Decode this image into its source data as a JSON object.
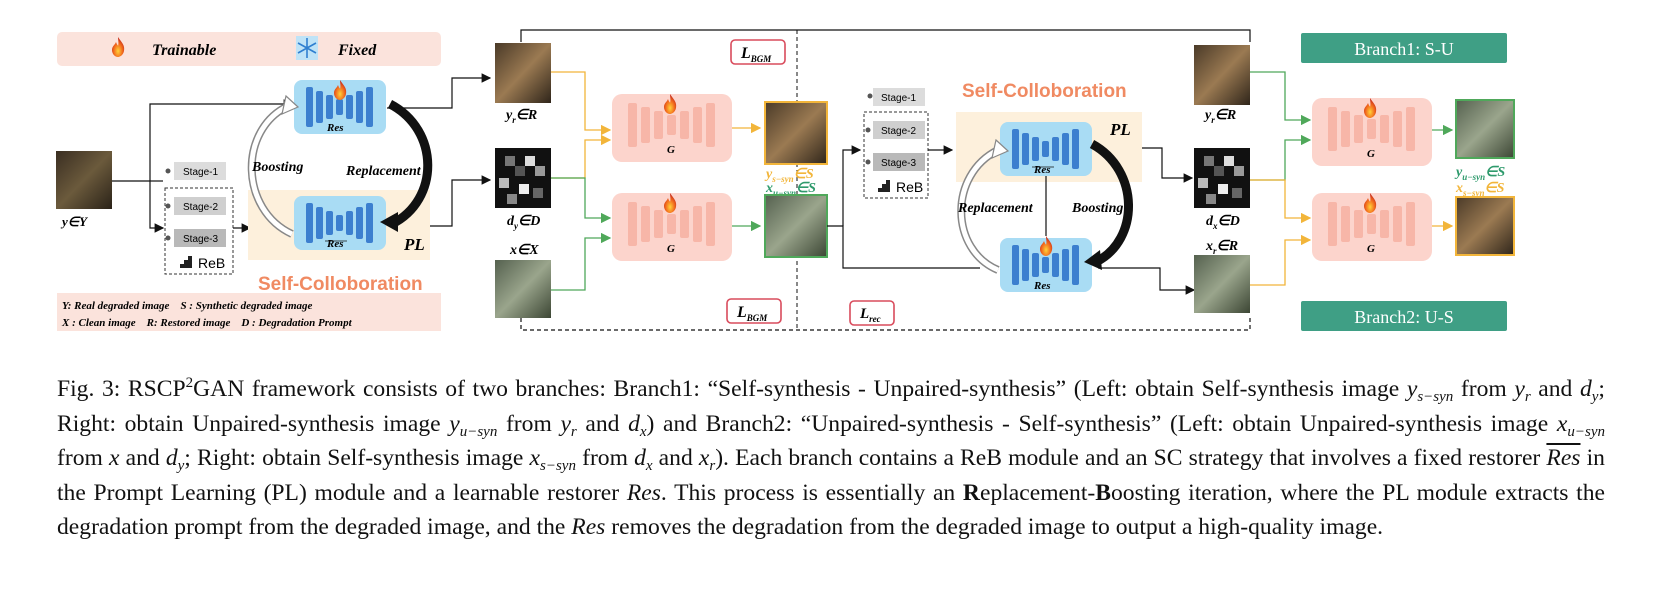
{
  "legend": {
    "trainable": "Trainable",
    "fixed": "Fixed"
  },
  "modules": {
    "res": "Res",
    "g": "G",
    "pl": "PL",
    "self_collab": "Self-Colloboration",
    "boosting": "Boosting",
    "replacement": "Replacement",
    "reb": "ReB",
    "stages": [
      "Stage-1",
      "Stage-2",
      "Stage-3"
    ]
  },
  "losses": {
    "bgm": "L",
    "bgm_sub": "BGM",
    "rec": "L",
    "rec_sub": "rec"
  },
  "labels": {
    "y_in_Y": "y∈Y",
    "yr_in_R": "y",
    "yr_sub": "r",
    "yr_set": "∈R",
    "dy_in_D": "d",
    "dy_sub": "y",
    "dy_set": "∈D",
    "x_in_X": "x∈X",
    "dx_in_D": "d",
    "dx_sub": "x",
    "dx_set": "∈D",
    "xr_in_R": "x",
    "xr_sub": "r",
    "xr_set": "∈R",
    "ysyn_s": "y",
    "ysyn_s_sub": "s−syn",
    "ysyn_s_set": "∈S",
    "xsyn_u": "x",
    "xsyn_u_sub": "u−syn",
    "xsyn_u_set": "∈S",
    "ysyn_u": "y",
    "ysyn_u_sub": "u−syn",
    "ysyn_u_set": "∈S",
    "xsyn_s": "x",
    "xsyn_s_sub": "s−syn",
    "xsyn_s_set": "∈S"
  },
  "notes": {
    "line1": "Y: Real degraded image    S : Synthetic degraded image",
    "line2": "X : Clean image    R: Restored image    D : Degradation Prompt"
  },
  "branches": {
    "b1": "Branch1: S-U",
    "b2": "Branch2: U-S"
  },
  "caption": {
    "t1": "Fig. 3: RSCP",
    "t1_sup": "2",
    "t2": "GAN framework consists of two branches: Branch1: “Self-synthesis - Unpaired-synthesis” (Left: obtain Self-synthesis image ",
    "t3": " from ",
    "t4": " and ",
    "t5": "; Right: obtain Unpaired-synthesis image ",
    "t6": " from ",
    "t7": " and ",
    "t8": ") and Branch2: “Unpaired-synthesis - Self-synthesis” (Left: obtain Unpaired-synthesis image ",
    "t9": " from ",
    "t10": " and ",
    "t11": "; Right: obtain Self-synthesis image ",
    "t12": " from ",
    "t13": " and ",
    "t14": "). Each branch contains a ReB module and an SC strategy that involves a fixed restorer ",
    "t15": " in the Prompt Learning (PL) module and a learnable restorer ",
    "t16": ". This process is essentially an ",
    "bold_r": "R",
    "t17": "eplacement-",
    "bold_b": "B",
    "t18": "oosting iteration, where the PL module extracts the degradation prompt from the degraded image, and the ",
    "t19": " removes the degradation from the degraded image to output a high-quality image.",
    "var_y": "y",
    "sub_ssyn": "s−syn",
    "sub_r": "r",
    "sub_y": "y",
    "sub_usyn": "u−syn",
    "sub_x": "x",
    "var_d": "d",
    "var_x": "x",
    "var_res": "Res"
  },
  "colors": {
    "legend_bg": "#fbe3dc",
    "res_blue": "#3c7fcf",
    "res_bg": "#a9dcf4",
    "g_pink": "#f7b6a8",
    "g_bg": "#fcd4cc",
    "pl_bg": "#fdf0dc",
    "self_collab": "#f08a62",
    "branch_teal": "#3f9f85",
    "loss_red": "#d94b5c",
    "arrow_orange": "#f2b53a",
    "arrow_green": "#4fa85a",
    "teal_text": "#2e9a6c"
  }
}
